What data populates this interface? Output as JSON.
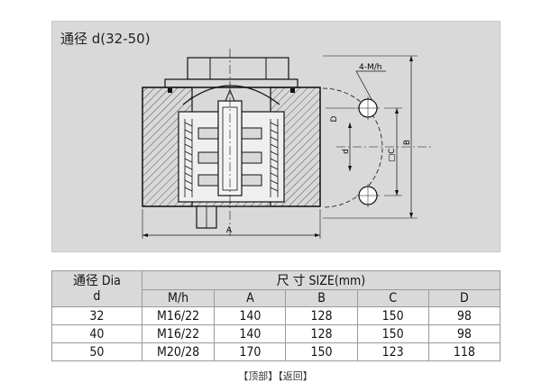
{
  "drawing": {
    "title": "通径 d(32-50)",
    "label_thread": "4-M/h",
    "label_A": "A",
    "label_B": "B",
    "label_C": "□C",
    "label_D": "D",
    "label_d": "d"
  },
  "table": {
    "dia_header_line1": "通径 Dia",
    "dia_header_line2": "d",
    "size_header": "尺 寸 SIZE(mm)",
    "columns": [
      "M/h",
      "A",
      "B",
      "C",
      "D"
    ],
    "rows": [
      {
        "d": "32",
        "cells": [
          "M16/22",
          "140",
          "128",
          "150",
          "98"
        ]
      },
      {
        "d": "40",
        "cells": [
          "M16/22",
          "140",
          "128",
          "150",
          "98"
        ]
      },
      {
        "d": "50",
        "cells": [
          "M20/28",
          "170",
          "150",
          "123",
          "118"
        ]
      }
    ]
  },
  "footer": {
    "top_link": "【顶部】",
    "back_link": "【返回】"
  }
}
